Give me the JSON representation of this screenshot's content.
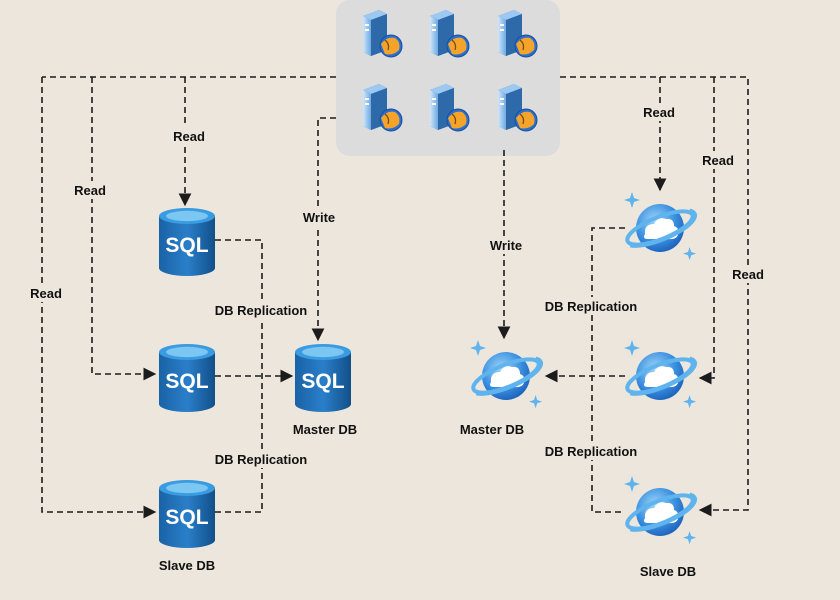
{
  "labels": {
    "read": "Read",
    "write": "Write",
    "db_replication": "DB Replication",
    "master_db": "Master DB",
    "slave_db": "Slave DB",
    "sql": "SQL"
  },
  "colors": {
    "background": "#ece6dc",
    "server_group_bg": "#dcdcdc",
    "sql_blue": "#1f6fb5",
    "sql_blue_dark": "#0b4f8c",
    "sql_top": "#5ab4ea",
    "cosmos_blue": "#2a7fd4",
    "cosmos_light": "#8fd0f5",
    "edge": "#1c1c1c"
  },
  "icons": {
    "server": "web-server-icon",
    "sql": "sql-database-icon",
    "cosmos": "cosmos-db-icon"
  }
}
